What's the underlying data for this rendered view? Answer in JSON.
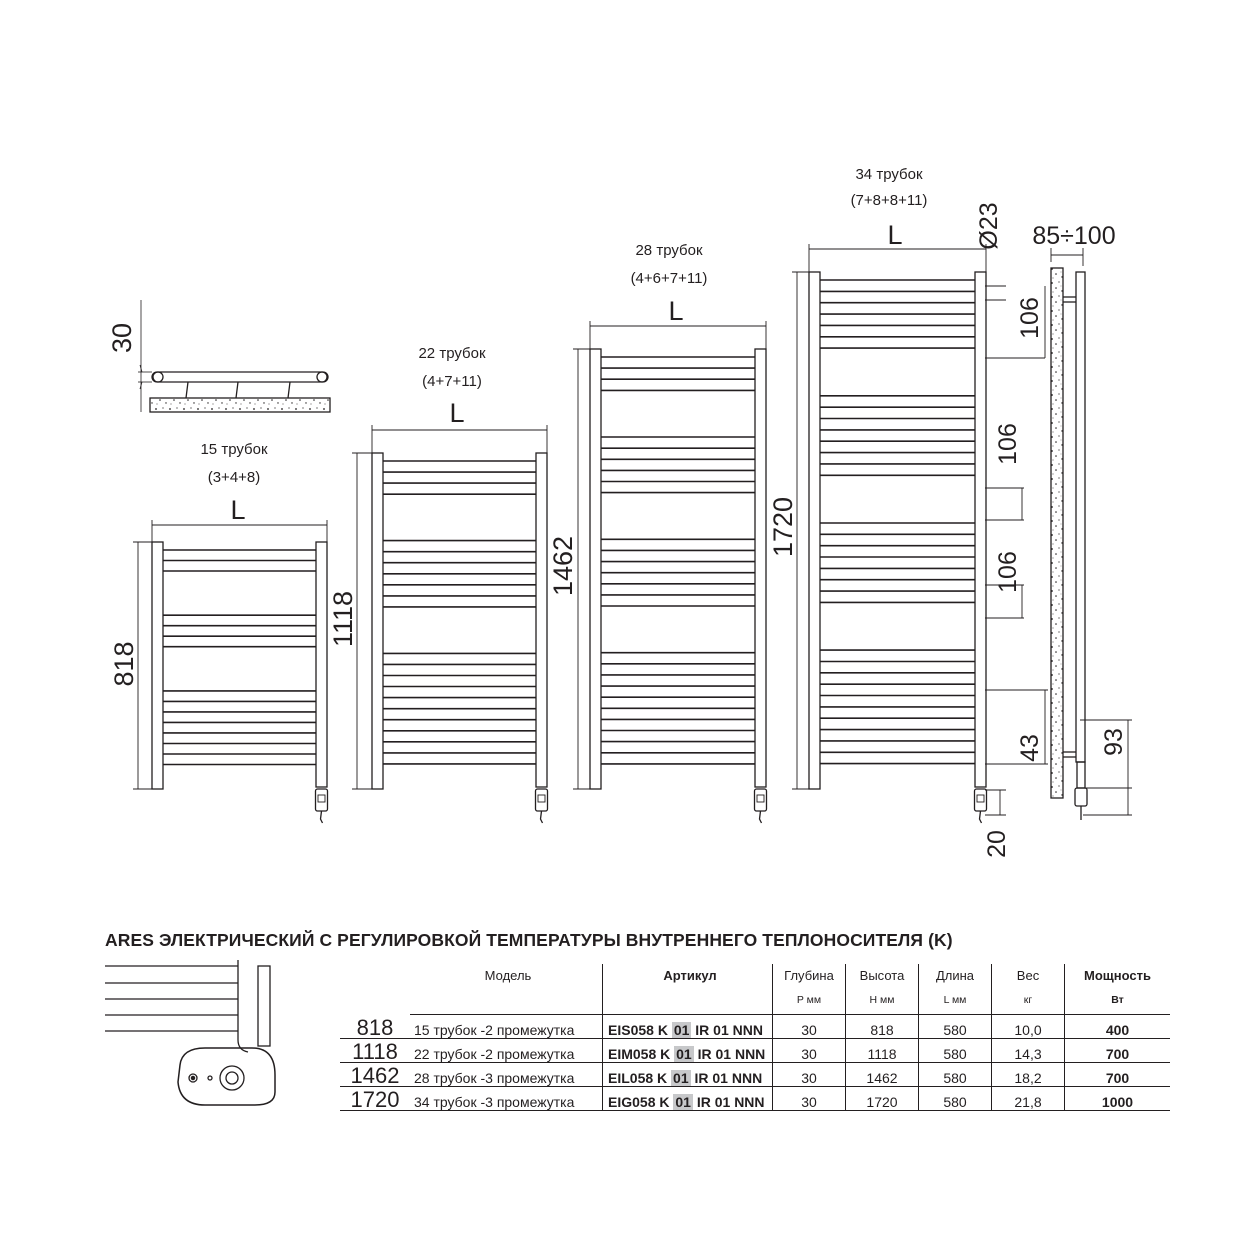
{
  "drawing": {
    "sizes": [
      {
        "height_mm": "818",
        "tubes": "15 трубок",
        "groups": "(3+4+8)"
      },
      {
        "height_mm": "1118",
        "tubes": "22 трубок",
        "groups": "(4+7+11)"
      },
      {
        "height_mm": "1462",
        "tubes": "28 трубок",
        "groups": "(4+6+7+11)"
      },
      {
        "height_mm": "1720",
        "tubes": "34 трубок",
        "groups": "(7+8+8+11)"
      }
    ],
    "width_symbol": "L",
    "top_view_depth": "30",
    "tube_diameter": "Ø23",
    "wall_distance": "85÷100",
    "gap_106": "106",
    "bottom_43": "43",
    "bottom_93": "93",
    "bottom_20": "20"
  },
  "spec": {
    "title": "ARES ЭЛЕКТРИЧЕСКИЙ С РЕГУЛИРОВКОЙ ТЕМПЕРАТУРЫ ВНУТРЕННЕГО ТЕПЛОНОСИТЕЛЯ (K)",
    "headers": {
      "model": "Модель",
      "article": "Артикул",
      "depth": "Глубина",
      "height": "Высота",
      "length": "Длина",
      "weight": "Вес",
      "power": "Мощность"
    },
    "units": {
      "depth": "P мм",
      "height": "H мм",
      "length": "L мм",
      "weight": "кг",
      "power": "Вт"
    },
    "rows": [
      {
        "size": "818",
        "model": "15 трубок -2 промежутка",
        "art_a": "EIS058 K",
        "art_b": "01",
        "art_c": "IR 01 NNN",
        "depth": "30",
        "height": "818",
        "length": "580",
        "weight": "10,0",
        "power": "400"
      },
      {
        "size": "1118",
        "model": "22 трубок -2 промежутка",
        "art_a": "EIM058 K",
        "art_b": "01",
        "art_c": "IR 01 NNN",
        "depth": "30",
        "height": "1118",
        "length": "580",
        "weight": "14,3",
        "power": "700"
      },
      {
        "size": "1462",
        "model": "28 трубок -3 промежутка",
        "art_a": "EIL058 K",
        "art_b": "01",
        "art_c": "IR 01 NNN",
        "depth": "30",
        "height": "1462",
        "length": "580",
        "weight": "18,2",
        "power": "700"
      },
      {
        "size": "1720",
        "model": "34 трубок -3 промежутка",
        "art_a": "EIG058 K",
        "art_b": "01",
        "art_c": "IR 01 NNN",
        "depth": "30",
        "height": "1720",
        "length": "580",
        "weight": "21,8",
        "power": "1000"
      }
    ]
  }
}
